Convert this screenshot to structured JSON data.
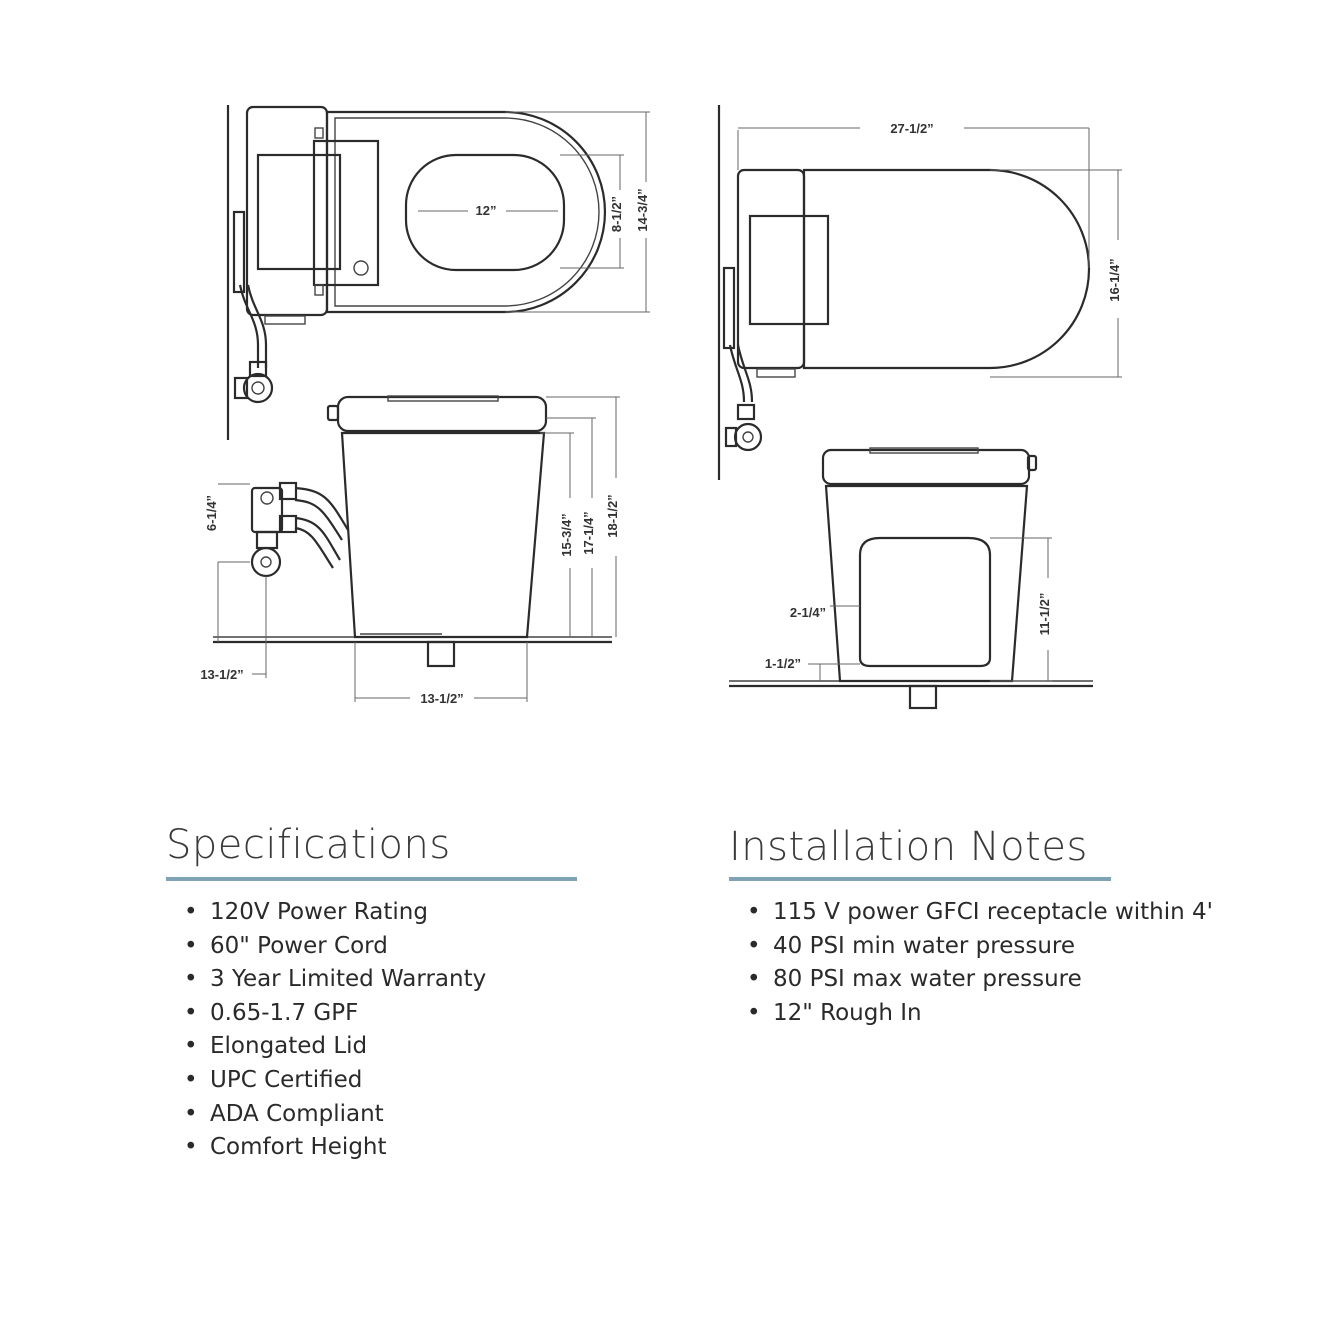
{
  "dimensions": {
    "top_view": {
      "width": "12”",
      "depth_inner": "8-1/2”",
      "depth_outer": "14-3/4”"
    },
    "front_view": {
      "supply_height": "6-1/4”",
      "h1": "15-3/4”",
      "h2": "17-1/4”",
      "h3": "18-1/2”",
      "supply_offset": "13-1/2”",
      "base_width": "13-1/2”"
    },
    "top_view_right": {
      "length": "27-1/2”",
      "width": "16-1/4”"
    },
    "back_view": {
      "inset": "2-1/4”",
      "panel_height": "11-1/2”",
      "floor_gap": "1-1/2”"
    }
  },
  "specifications": {
    "title": "Specifications",
    "items": [
      "120V Power Rating",
      "60\" Power Cord",
      "3 Year Limited Warranty",
      "0.65-1.7 GPF",
      "Elongated Lid",
      "UPC Certified",
      "ADA Compliant",
      "Comfort Height"
    ]
  },
  "installation": {
    "title": "Installation Notes",
    "items": [
      "115 V power GFCI receptacle within 4'",
      "40 PSI min water pressure",
      "80 PSI max water pressure",
      "12\" Rough In"
    ]
  },
  "colors": {
    "accent": "#7fa3b4",
    "line": "#2b2b2b"
  }
}
